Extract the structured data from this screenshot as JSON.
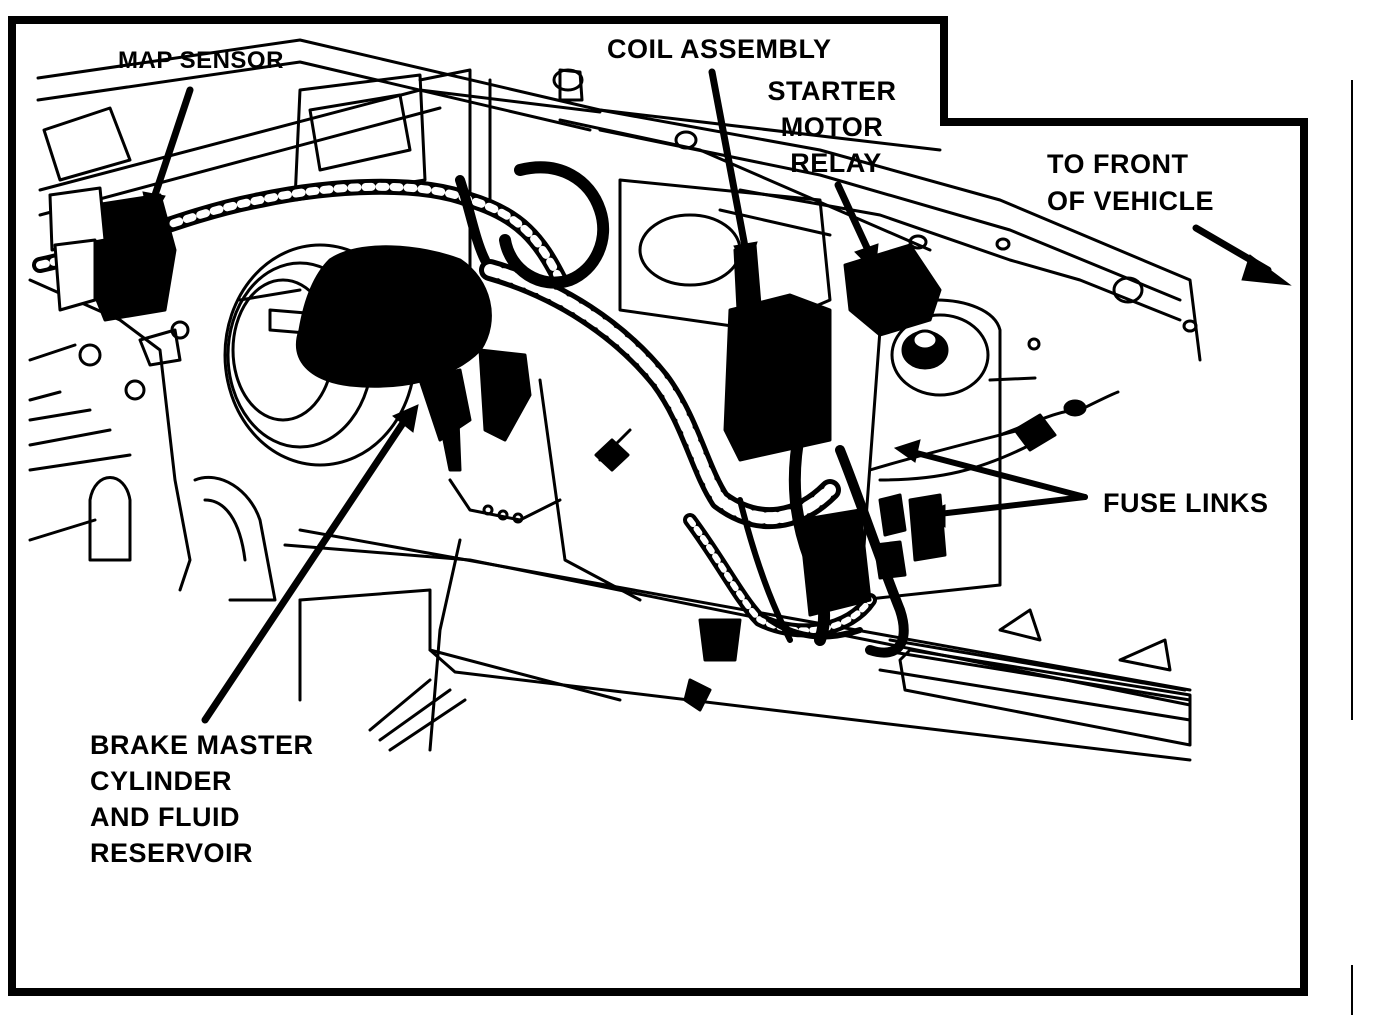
{
  "labels": {
    "map_sensor": "MAP SENSOR",
    "coil_assembly": "COIL ASSEMBLY",
    "starter_relay": [
      "STARTER",
      "MOTOR",
      "RELAY"
    ],
    "to_front": [
      "TO FRONT",
      "OF VEHICLE"
    ],
    "fuse_links": "FUSE LINKS",
    "brake_master": [
      "BRAKE MASTER",
      "CYLINDER",
      "AND FLUID",
      "RESERVOIR"
    ]
  },
  "colors": {
    "ink": "#000000",
    "paper": "#ffffff"
  }
}
